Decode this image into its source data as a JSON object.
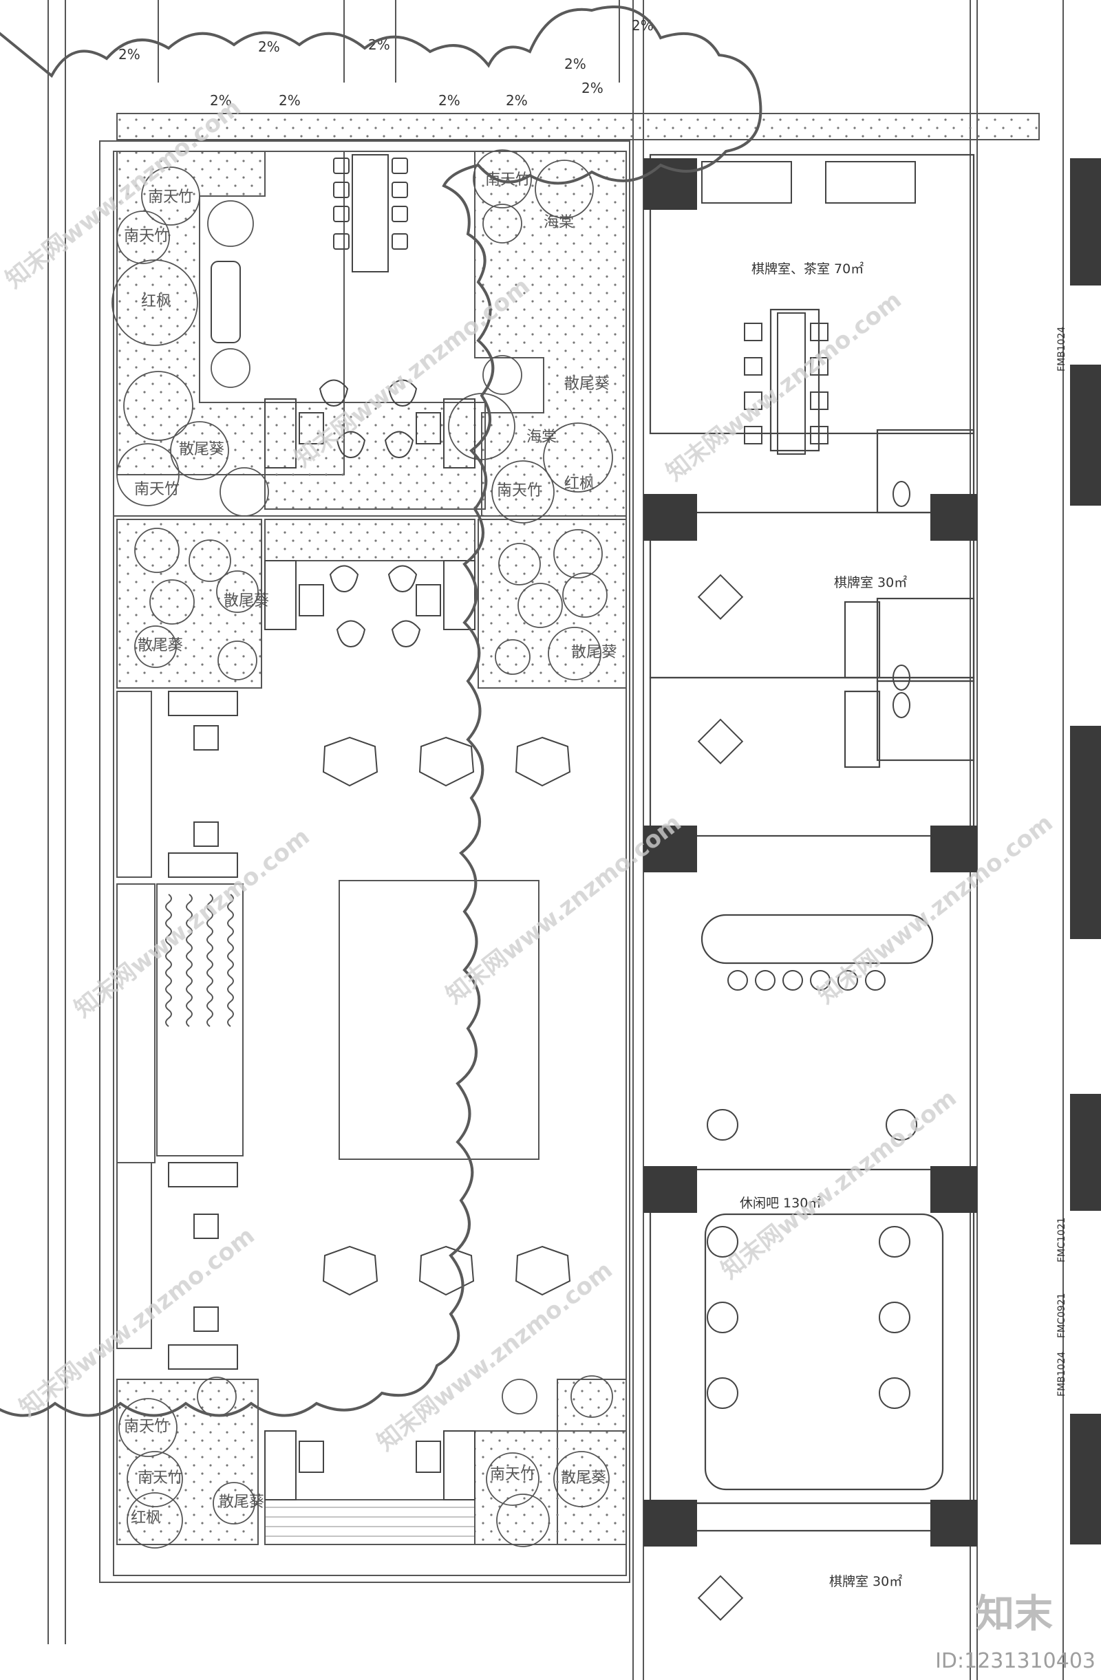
{
  "slopes": [
    "2%",
    "2%",
    "2%",
    "2%",
    "2%",
    "2%",
    "2%",
    "2%",
    "2%",
    "2%"
  ],
  "rooms": {
    "tea_room": "棋牌室、茶室 70㎡",
    "card_room_1": "棋牌室 30㎡",
    "lounge": "休闲吧 130㎡",
    "card_room_2": "棋牌室 30㎡"
  },
  "door_codes": [
    "FMB1024",
    "FMC1021",
    "FMC0921",
    "FMB1024"
  ],
  "plants": {
    "nandina": "南天竹",
    "red_maple": "红枫",
    "fan_palm": "散尾葵",
    "begonia": "海棠"
  },
  "watermark": "知末网www.znzmo.com",
  "brand": "知末",
  "image_id": "ID:1231310403",
  "colors": {
    "line": "#444444",
    "fill_dark": "#3a3a3a",
    "cloud": "#5a5a5a"
  }
}
